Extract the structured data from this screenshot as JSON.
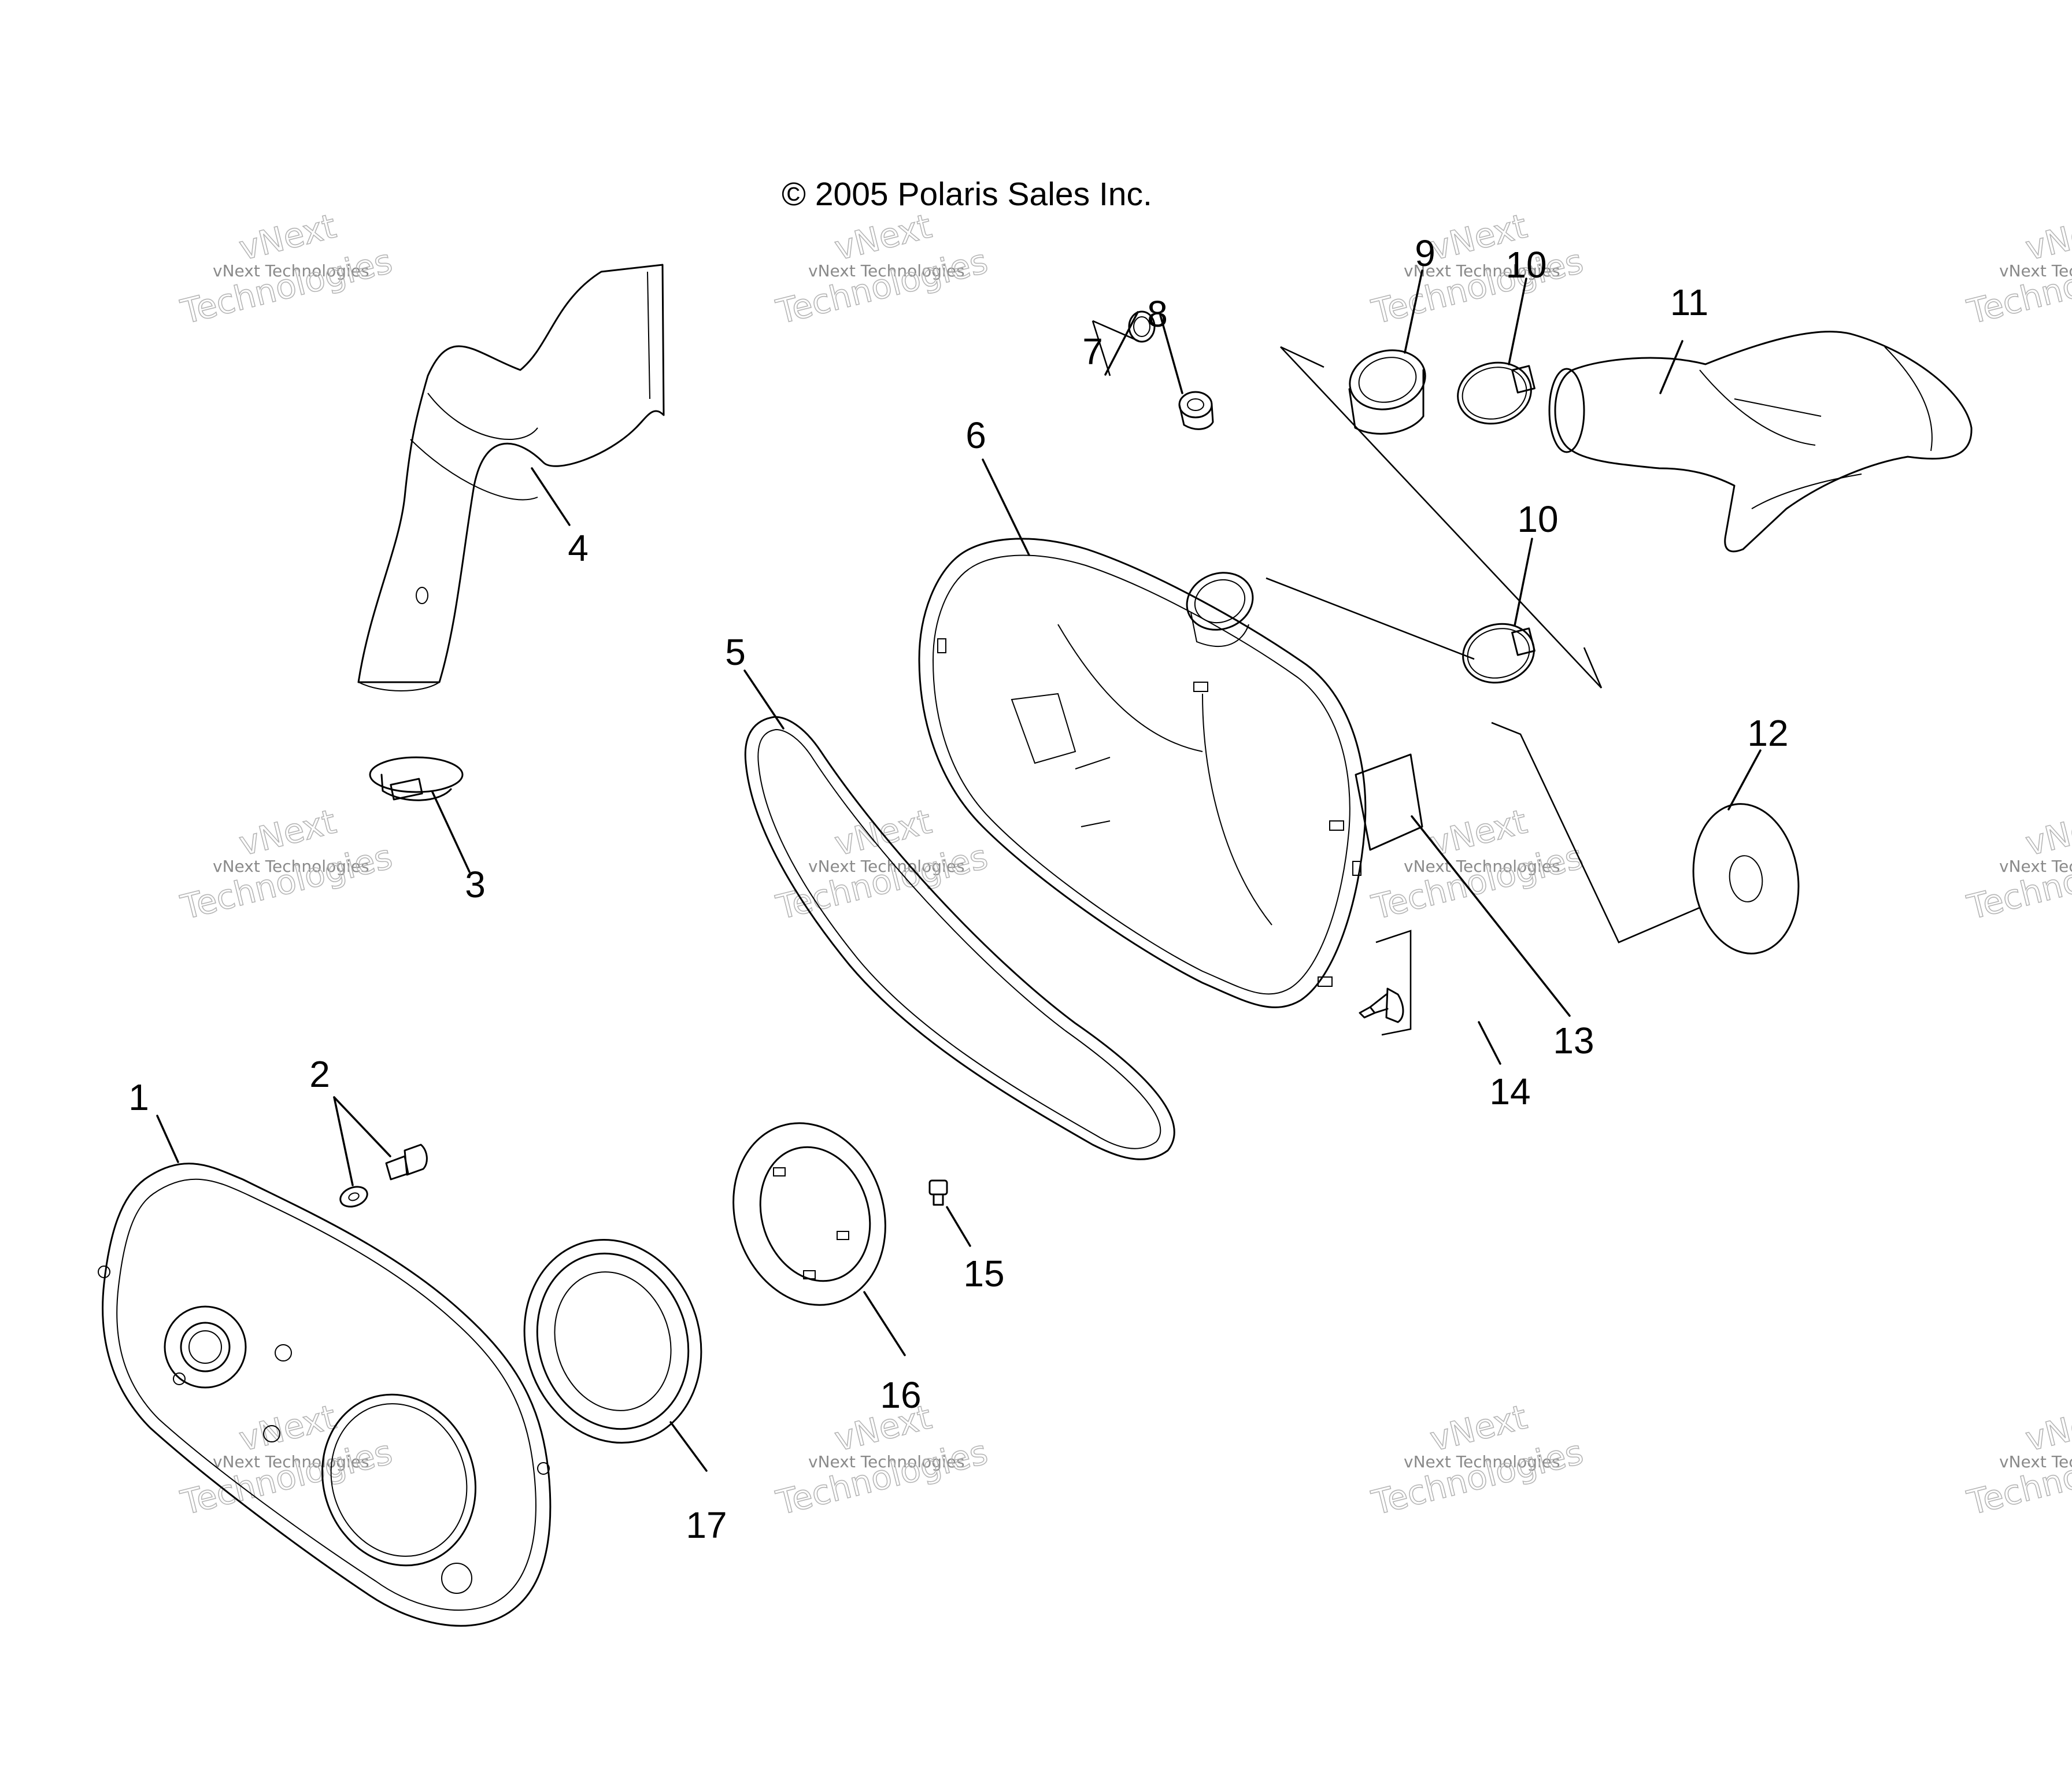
{
  "copyright": "© 2005 Polaris Sales Inc.",
  "watermark": {
    "name": "vNext Technologies",
    "word1": "vNext",
    "word2": "Technologies"
  },
  "callouts": [
    "1",
    "2",
    "3",
    "4",
    "5",
    "6",
    "7",
    "8",
    "9",
    "10",
    "10",
    "11",
    "12",
    "13",
    "14",
    "15",
    "16",
    "17"
  ]
}
